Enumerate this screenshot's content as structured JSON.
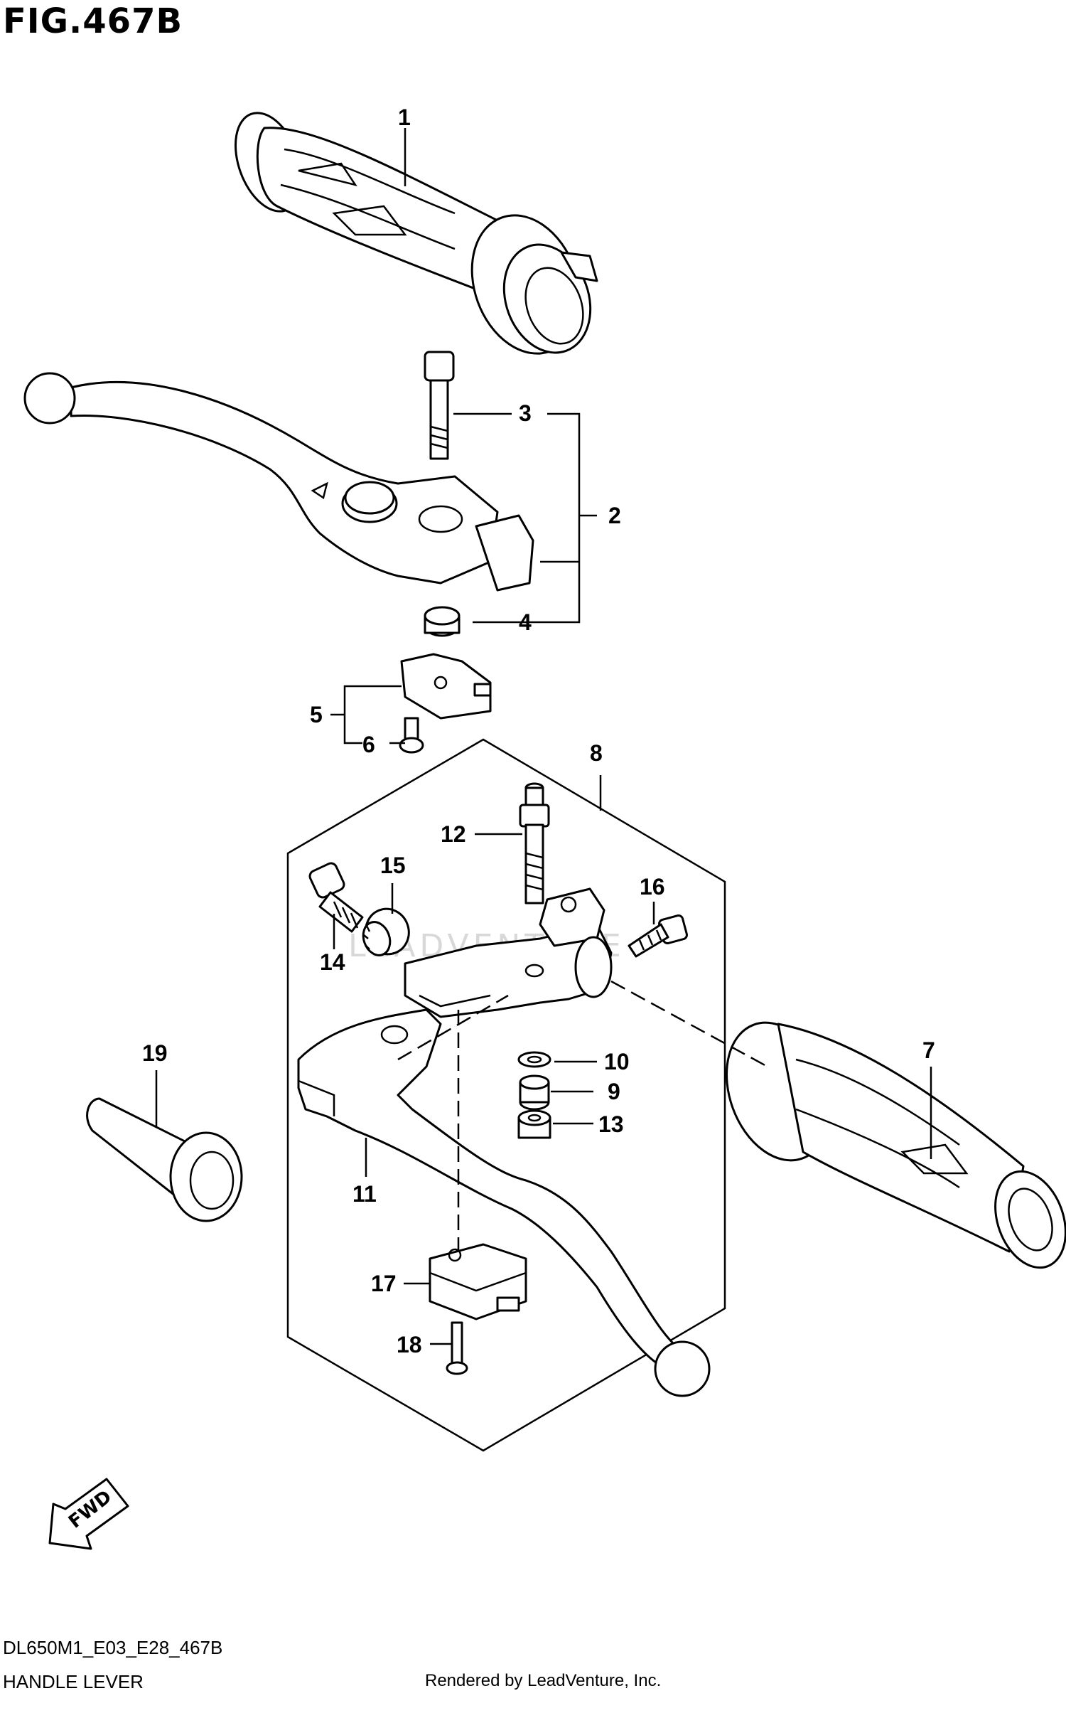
{
  "figure_title": "FIG.467B",
  "diagram_code": "DL650M1_E03_E28_467B",
  "section_name": "HANDLE LEVER",
  "credit": "Rendered by LeadVenture, Inc.",
  "watermark": "LEADVENTURE",
  "fwd_label": "FWD",
  "callouts": {
    "c1": "1",
    "c2": "2",
    "c3": "3",
    "c4": "4",
    "c5": "5",
    "c6": "6",
    "c7": "7",
    "c8": "8",
    "c9": "9",
    "c10": "10",
    "c11": "11",
    "c12": "12",
    "c13": "13",
    "c14": "14",
    "c15": "15",
    "c16": "16",
    "c17": "17",
    "c18": "18",
    "c19": "19"
  }
}
